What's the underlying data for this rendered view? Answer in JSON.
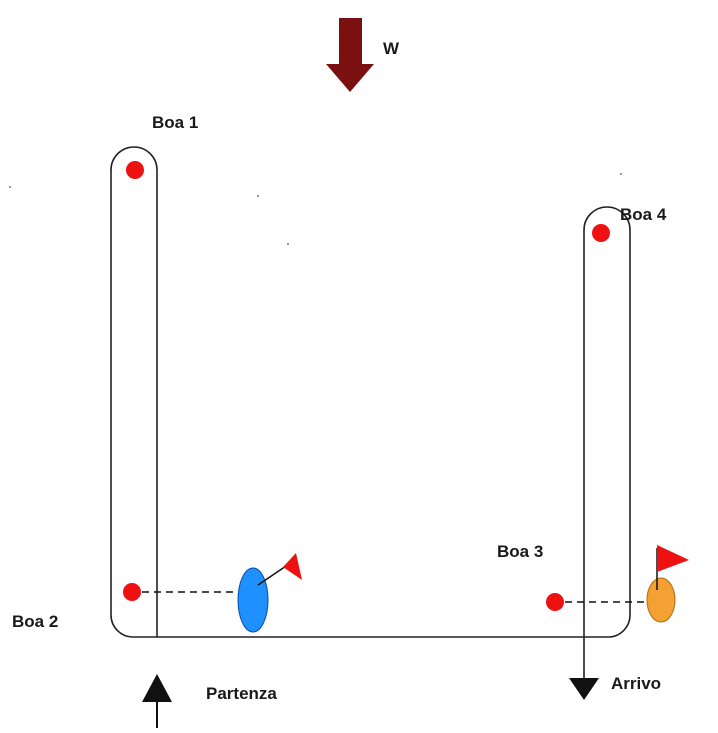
{
  "wind": {
    "label": "W"
  },
  "marks": {
    "boa1": "Boa 1",
    "boa2": "Boa 2",
    "boa3": "Boa 3",
    "boa4": "Boa 4"
  },
  "start": {
    "label": "Partenza"
  },
  "finish": {
    "label": "Arrivo"
  },
  "colors": {
    "wind_arrow": "#7b1010",
    "buoy": "#ee1111",
    "start_boat": "#1e90ff",
    "finish_boat": "#f5a033",
    "flag": "#ee1111",
    "course_line": "#222222"
  }
}
